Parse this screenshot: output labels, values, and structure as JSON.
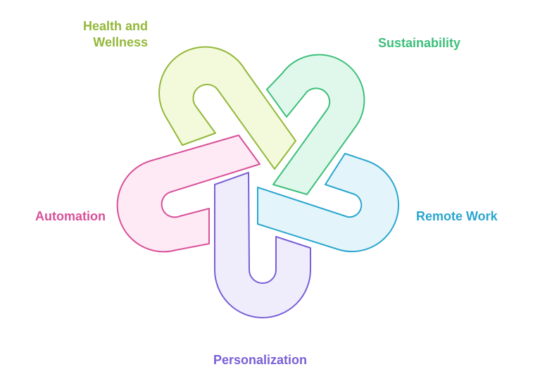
{
  "diagram": {
    "links": [
      {
        "id": "health",
        "label_lines": [
          "Health and",
          "Wellness"
        ],
        "stroke": "#93b83a",
        "fill": "#f3fadc"
      },
      {
        "id": "sustainability",
        "label_lines": [
          "Sustainability"
        ],
        "stroke": "#3dbf7a",
        "fill": "#e0f8ec"
      },
      {
        "id": "automation",
        "label_lines": [
          "Automation"
        ],
        "stroke": "#d9509a",
        "fill": "#fdeaf4"
      },
      {
        "id": "remote",
        "label_lines": [
          "Remote Work"
        ],
        "stroke": "#2aa6cf",
        "fill": "#e3f5fb"
      },
      {
        "id": "personalization",
        "label_lines": [
          "Personalization"
        ],
        "stroke": "#7a5fd6",
        "fill": "#efedfc"
      }
    ]
  }
}
